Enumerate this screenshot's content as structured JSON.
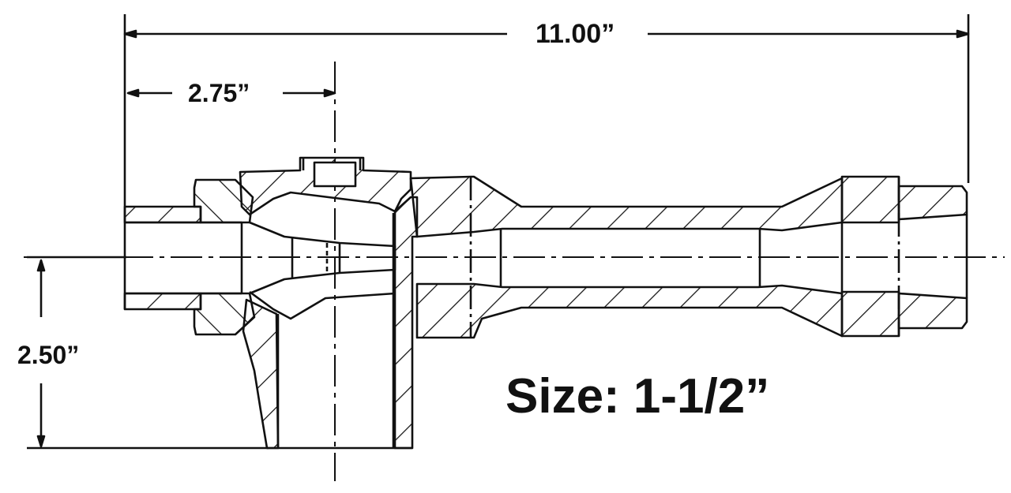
{
  "drawing": {
    "type": "cross-section technical drawing",
    "subject": "pipe fitting / eductor assembly",
    "colors": {
      "line": "#111111",
      "background": "#ffffff"
    }
  },
  "dimensions": {
    "overall_length": "11.00”",
    "inlet_to_centerline": "2.75”",
    "centerline_height": "2.50”"
  },
  "size_label": "Size: 1-1/2”"
}
